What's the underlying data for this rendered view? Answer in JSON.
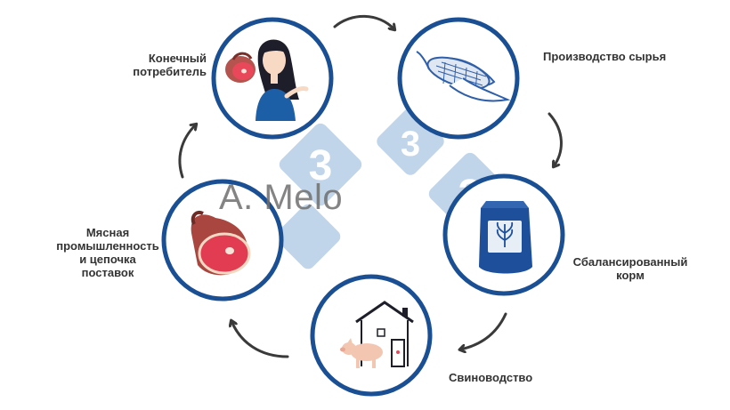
{
  "nodes": {
    "consumer": {
      "label_line1": "Конечный",
      "label_line2": "потребитель"
    },
    "raw_materials": {
      "label": "Производство сырья"
    },
    "feed": {
      "label_line1": "Сбалансированный",
      "label_line2": "корм"
    },
    "pig_farming": {
      "label": "Свиноводство"
    },
    "meat_industry": {
      "label_line1": "Мясная",
      "label_line2": "промышленность",
      "label_line3": "и цепочка",
      "label_line4": "поставок"
    }
  },
  "watermark": {
    "text": "A. Melo",
    "logo_glyph": "3"
  },
  "colors": {
    "circle_border": "#1b4f93",
    "arrow": "#3a3a3a",
    "watermark_tile": "#8fb3d9"
  }
}
